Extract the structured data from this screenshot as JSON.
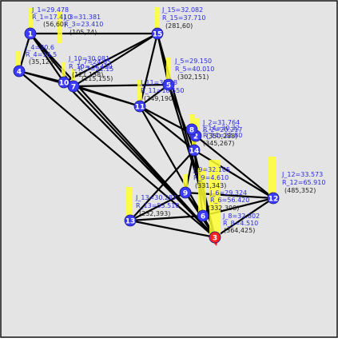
{
  "colors": {
    "background": "#e4e4e4",
    "node": "#3b3bff",
    "highlight_node": "#ff2020",
    "edge": "#000000",
    "bar": "#ffff33",
    "label_blue": "#2a2ae6",
    "label_dark": "#202020"
  },
  "highlighted_node": "3",
  "nodes": [
    {
      "id": "1",
      "j": "J_1=29.478",
      "r": "R_1=17.410",
      "coord": "(56,60)"
    },
    {
      "id": "2",
      "j": "J_2=31.764",
      "r": "R_2=20.217",
      "coord": "(350,288)"
    },
    {
      "id": "3",
      "j": "J_3=31.381",
      "r": "R_3=23.410",
      "coord": "(105,74)"
    },
    {
      "id": "4",
      "j": "J_4=30.6",
      "r": "R_4=16.5",
      "coord": "(35,123)"
    },
    {
      "id": "5",
      "j": "J_5=29.150",
      "r": "R_5=40.010",
      "coord": "(302,151)"
    },
    {
      "id": "6",
      "j": "J_6=29.324",
      "r": "R_6=56.420",
      "coord": "(332,398)"
    },
    {
      "id": "7",
      "j": "J_7=24.65",
      "r": "R_7=21.15",
      "coord": "(115,155)"
    },
    {
      "id": "8",
      "j": "J_8=32.802",
      "r": "R_8=4.510",
      "coord": "(364,425)"
    },
    {
      "id": "9",
      "j": "J_9=32.105",
      "r": "R_9=4.610",
      "coord": "(331,343)"
    },
    {
      "id": "10",
      "j": "J_10=30.081",
      "r": "R_10=24.410",
      "coord": "(121,138)"
    },
    {
      "id": "11",
      "j": "J_11=32.18",
      "r": "R_11=18.550",
      "coord": "(249,190)"
    },
    {
      "id": "12",
      "j": "J_12=33.573",
      "r": "R_12=65.910",
      "coord": "(485,352)"
    },
    {
      "id": "13",
      "j": "J_13=30.287",
      "r": "R_13=53.510",
      "coord": "(232,393)"
    },
    {
      "id": "14",
      "j": "J_14=30.32",
      "r": "R_14=22.80",
      "coord": "(345,267)"
    },
    {
      "id": "15",
      "j": "J_15=32.082",
      "r": "R_15=37.710",
      "coord": "(281,60)"
    }
  ]
}
